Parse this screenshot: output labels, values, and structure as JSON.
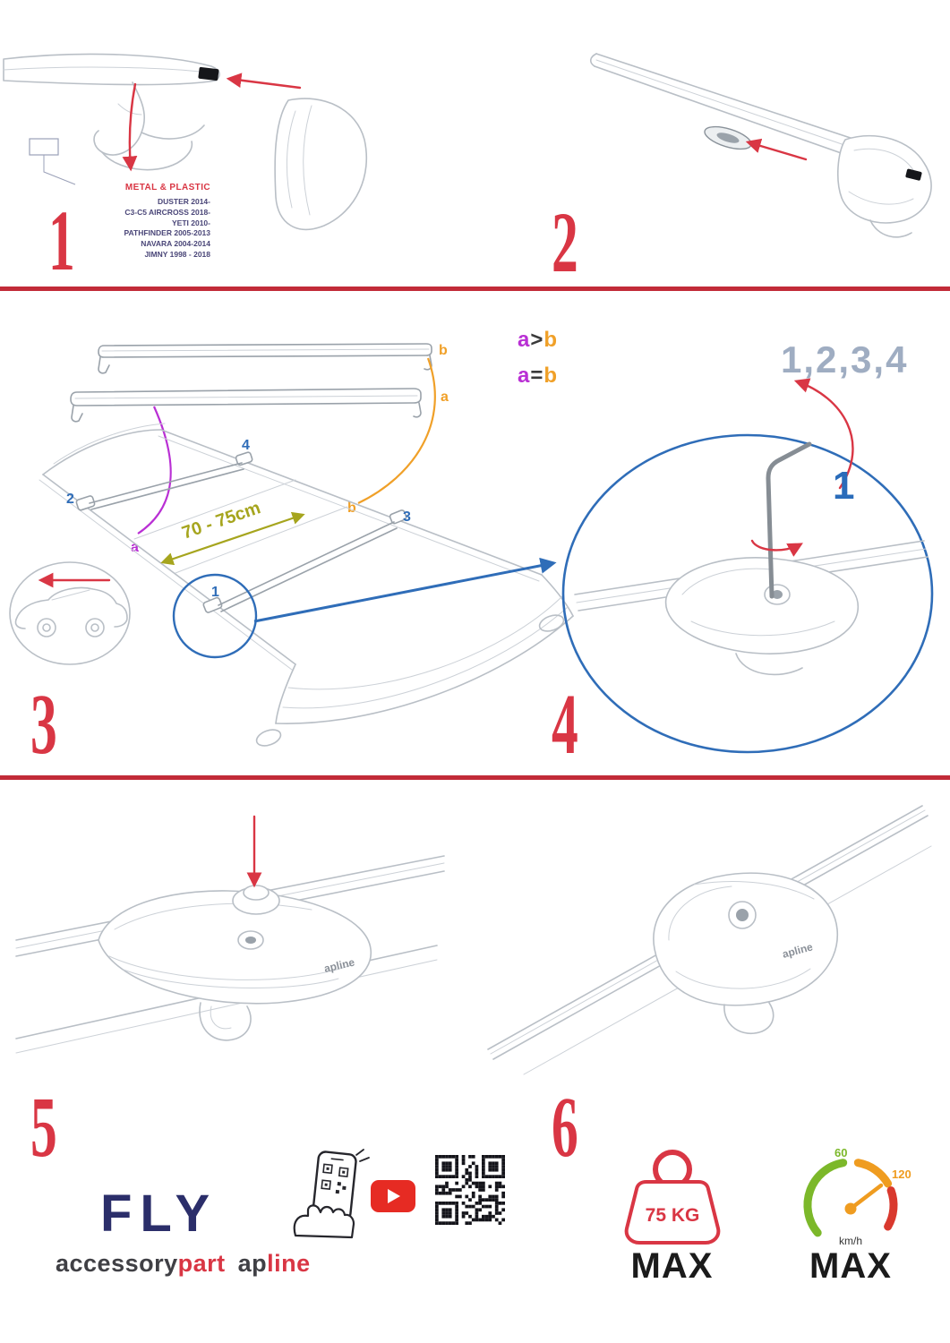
{
  "colors": {
    "accent_red": "#d93644",
    "divider_red": "#c22b38",
    "blue": "#2f6db8",
    "sequence_gray_blue": "#9fadc2",
    "purple": "#b92fd4",
    "orange": "#f0a028",
    "olive": "#a6a51e",
    "navy": "#2b2e6a",
    "green": "#7cb82a"
  },
  "steps": {
    "s1": {
      "num": "1",
      "material": "METAL & PLASTIC",
      "models": [
        "DUSTER 2014-",
        "C3-C5 AIRCROSS 2018-",
        "YETI 2010-",
        "PATHFINDER 2005-2013",
        "NAVARA 2004-2014",
        "JIMNY 1998 - 2018"
      ]
    },
    "s2": {
      "num": "2"
    },
    "s3": {
      "num": "3",
      "bar_label_top": "b",
      "bar_label_bottom": "a",
      "roof_label_a": "a",
      "roof_label_b": "b",
      "cmp1": {
        "a": "a",
        "op": ">",
        "b": "b"
      },
      "cmp2": {
        "a": "a",
        "op": "=",
        "b": "b"
      },
      "distance": "70 - 75cm",
      "pos1": "1",
      "pos2": "2",
      "pos3": "3",
      "pos4": "4"
    },
    "s4": {
      "num": "4",
      "sequence": "1,2,3,4",
      "first": "1"
    },
    "s5": {
      "num": "5"
    },
    "s6": {
      "num": "6"
    }
  },
  "clamp_logo": "apline",
  "footer": {
    "product": "FLY",
    "brand_accessory": "accessory",
    "brand_part": "part",
    "brand_ap": "ap",
    "brand_line": "line",
    "weight_value": "75 KG",
    "weight_max": "MAX",
    "speed_low": "60",
    "speed_high": "120",
    "speed_unit": "km/h",
    "speed_max": "MAX"
  }
}
